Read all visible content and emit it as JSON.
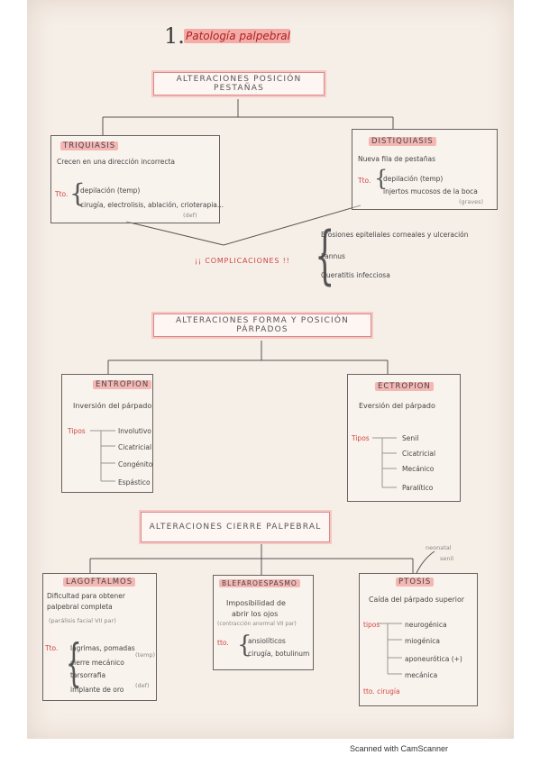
{
  "title": {
    "number": "1.",
    "text": "Patología palpebral"
  },
  "sections": {
    "pestanas": "ALTERACIONES POSICIÓN PESTAÑAS",
    "forma": "ALTERACIONES FORMA Y POSICIÓN PÁRPADOS",
    "cierre": "ALTERACIONES CIERRE PALPEBRAL"
  },
  "triquiasis": {
    "title": "TRIQUIASIS",
    "desc": "Crecen en una dirección incorrecta",
    "tto_label": "Tto.",
    "items": [
      "depilación (temp)",
      "cirugía, electrolisis, ablación, crioterapia..."
    ],
    "note": "(def)"
  },
  "distiquiasis": {
    "title": "DISTIQUIASIS",
    "desc": "Nueva fila de pestañas",
    "tto_label": "Tto.",
    "items": [
      "depilación (temp)",
      "injertos mucosos de la boca"
    ],
    "note": "(graves)"
  },
  "complicaciones": {
    "label": "¡¡ COMPLICACIONES !!",
    "items": [
      "Erosiones epiteliales corneales y ulceración",
      "Pannus",
      "Queratitis infecciosa"
    ]
  },
  "entropion": {
    "title": "ENTROPION",
    "desc": "Inversión del párpado",
    "tipos_label": "Tipos",
    "tipos": [
      "Involutivo",
      "Cicatricial",
      "Congénito",
      "Espástico"
    ]
  },
  "ectropion": {
    "title": "ECTROPION",
    "desc": "Eversión del párpado",
    "tipos_label": "Tipos",
    "tipos": [
      "Senil",
      "Cicatricial",
      "Mecánico",
      "Paralítico"
    ]
  },
  "lagoftalmos": {
    "title": "LAGOFTALMOS",
    "desc1": "Dificultad para obtener",
    "desc2": "palpebral completa",
    "note": "(parálisis facial VII par)",
    "tto_label": "Tto.",
    "items": [
      "lágrimas, pomadas",
      "cierre mecánico",
      "tarsorrafia",
      "implante de oro"
    ],
    "note_top": "(temp)",
    "note_bottom": "(def)"
  },
  "blefaroespasmo": {
    "title": "BLEFAROESPASMO",
    "desc1": "Imposibilidad de",
    "desc2": "abrir los ojos",
    "note": "(contracción anormal VII par)",
    "tto_label": "tto.",
    "items": [
      "ansiolíticos",
      "cirugía, botulinum"
    ]
  },
  "ptosis": {
    "title": "PTOSIS",
    "desc": "Caída del párpado superior",
    "side_notes": [
      "neonatal",
      "senil"
    ],
    "tipos_label": "tipos",
    "tipos": [
      "neurogénica",
      "miogénica",
      "aponeurótica (+)",
      "mecánica"
    ],
    "tto": "tto. cirugía"
  },
  "footer": "Scanned with CamScanner"
}
